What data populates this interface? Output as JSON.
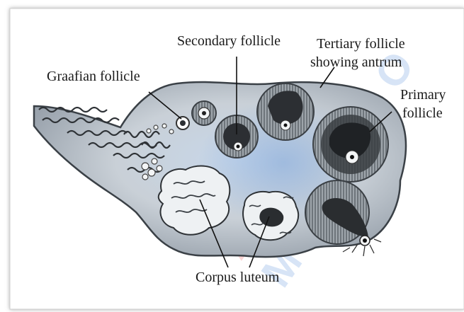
{
  "labels": {
    "graafian": "Graafian follicle",
    "secondary": "Secondary follicle",
    "tertiary_line1": "Tertiary follicle",
    "tertiary_line2": "showing antrum",
    "primary_line1": "Primary",
    "primary_line2": "follicle",
    "corpus_luteum": "Corpus luteum"
  },
  "colors": {
    "ovary_fill": "#cfd6dc",
    "ovary_shade": "#8fa7c4",
    "ovary_outline": "#3a4046",
    "follicle_ring": "#8d949a",
    "follicle_dark": "#2c2f33",
    "corpus_fill": "#e9ecee",
    "leader_line": "#111111",
    "watermark_red": "#f08a8a",
    "watermark_blue": "#8cb3e6"
  }
}
